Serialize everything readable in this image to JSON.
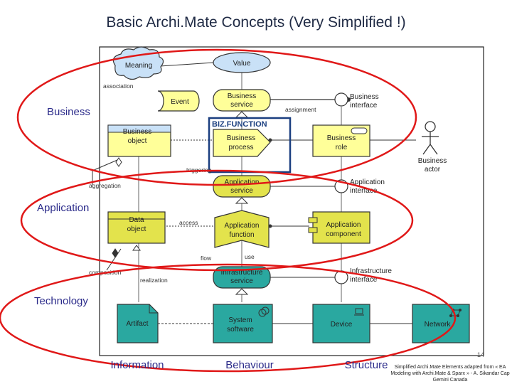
{
  "title": "Basic Archi.Mate Concepts (Very Simplified !)",
  "layers": {
    "business": "Business",
    "application": "Application",
    "technology": "Technology"
  },
  "axes": {
    "information": "Information",
    "behaviour": "Behaviour",
    "structure": "Structure"
  },
  "elements": {
    "meaning": "Meaning",
    "value": "Value",
    "event": "Event",
    "business_service": [
      "Business",
      "service"
    ],
    "business_interface": [
      "Business",
      "interface"
    ],
    "business_object": [
      "Business",
      "object"
    ],
    "business_process": [
      "Business",
      "process"
    ],
    "business_role": [
      "Business",
      "role"
    ],
    "business_actor": [
      "Business",
      "actor"
    ],
    "application_service": [
      "Application",
      "service"
    ],
    "application_interface": [
      "Application",
      "interface"
    ],
    "data_object": [
      "Data",
      "object"
    ],
    "application_function": [
      "Application",
      "function"
    ],
    "application_component": [
      "Application",
      "component"
    ],
    "infrastructure_service": [
      "Infrastructure",
      "service"
    ],
    "infrastructure_interface": [
      "Infrastructure",
      "interface"
    ],
    "artifact": "Artifact",
    "system_software": [
      "System",
      "software"
    ],
    "device": "Device",
    "network": "Network"
  },
  "relations": {
    "association": "association",
    "assignment": "assignment",
    "triggering": "triggering",
    "aggregation": "aggregation",
    "access": "access",
    "flow": "flow",
    "use": "use",
    "composition": "composition",
    "realization": "realization"
  },
  "annotation": "BIZ.FUNCTION",
  "page_number": "14",
  "credit": [
    "Simplified Archi.Mate Elements adapted from « EA",
    "Modeling with Archi.Mate & Sparx » - A. Sikandar Cap",
    "Gemini Canada"
  ],
  "colors": {
    "business": "#ffff99",
    "business_header": "#c9e1f7",
    "application": "#e3e34c",
    "technology": "#2aa8a0",
    "highlight": "#e01818",
    "annotation_box": "#1b3f80"
  }
}
